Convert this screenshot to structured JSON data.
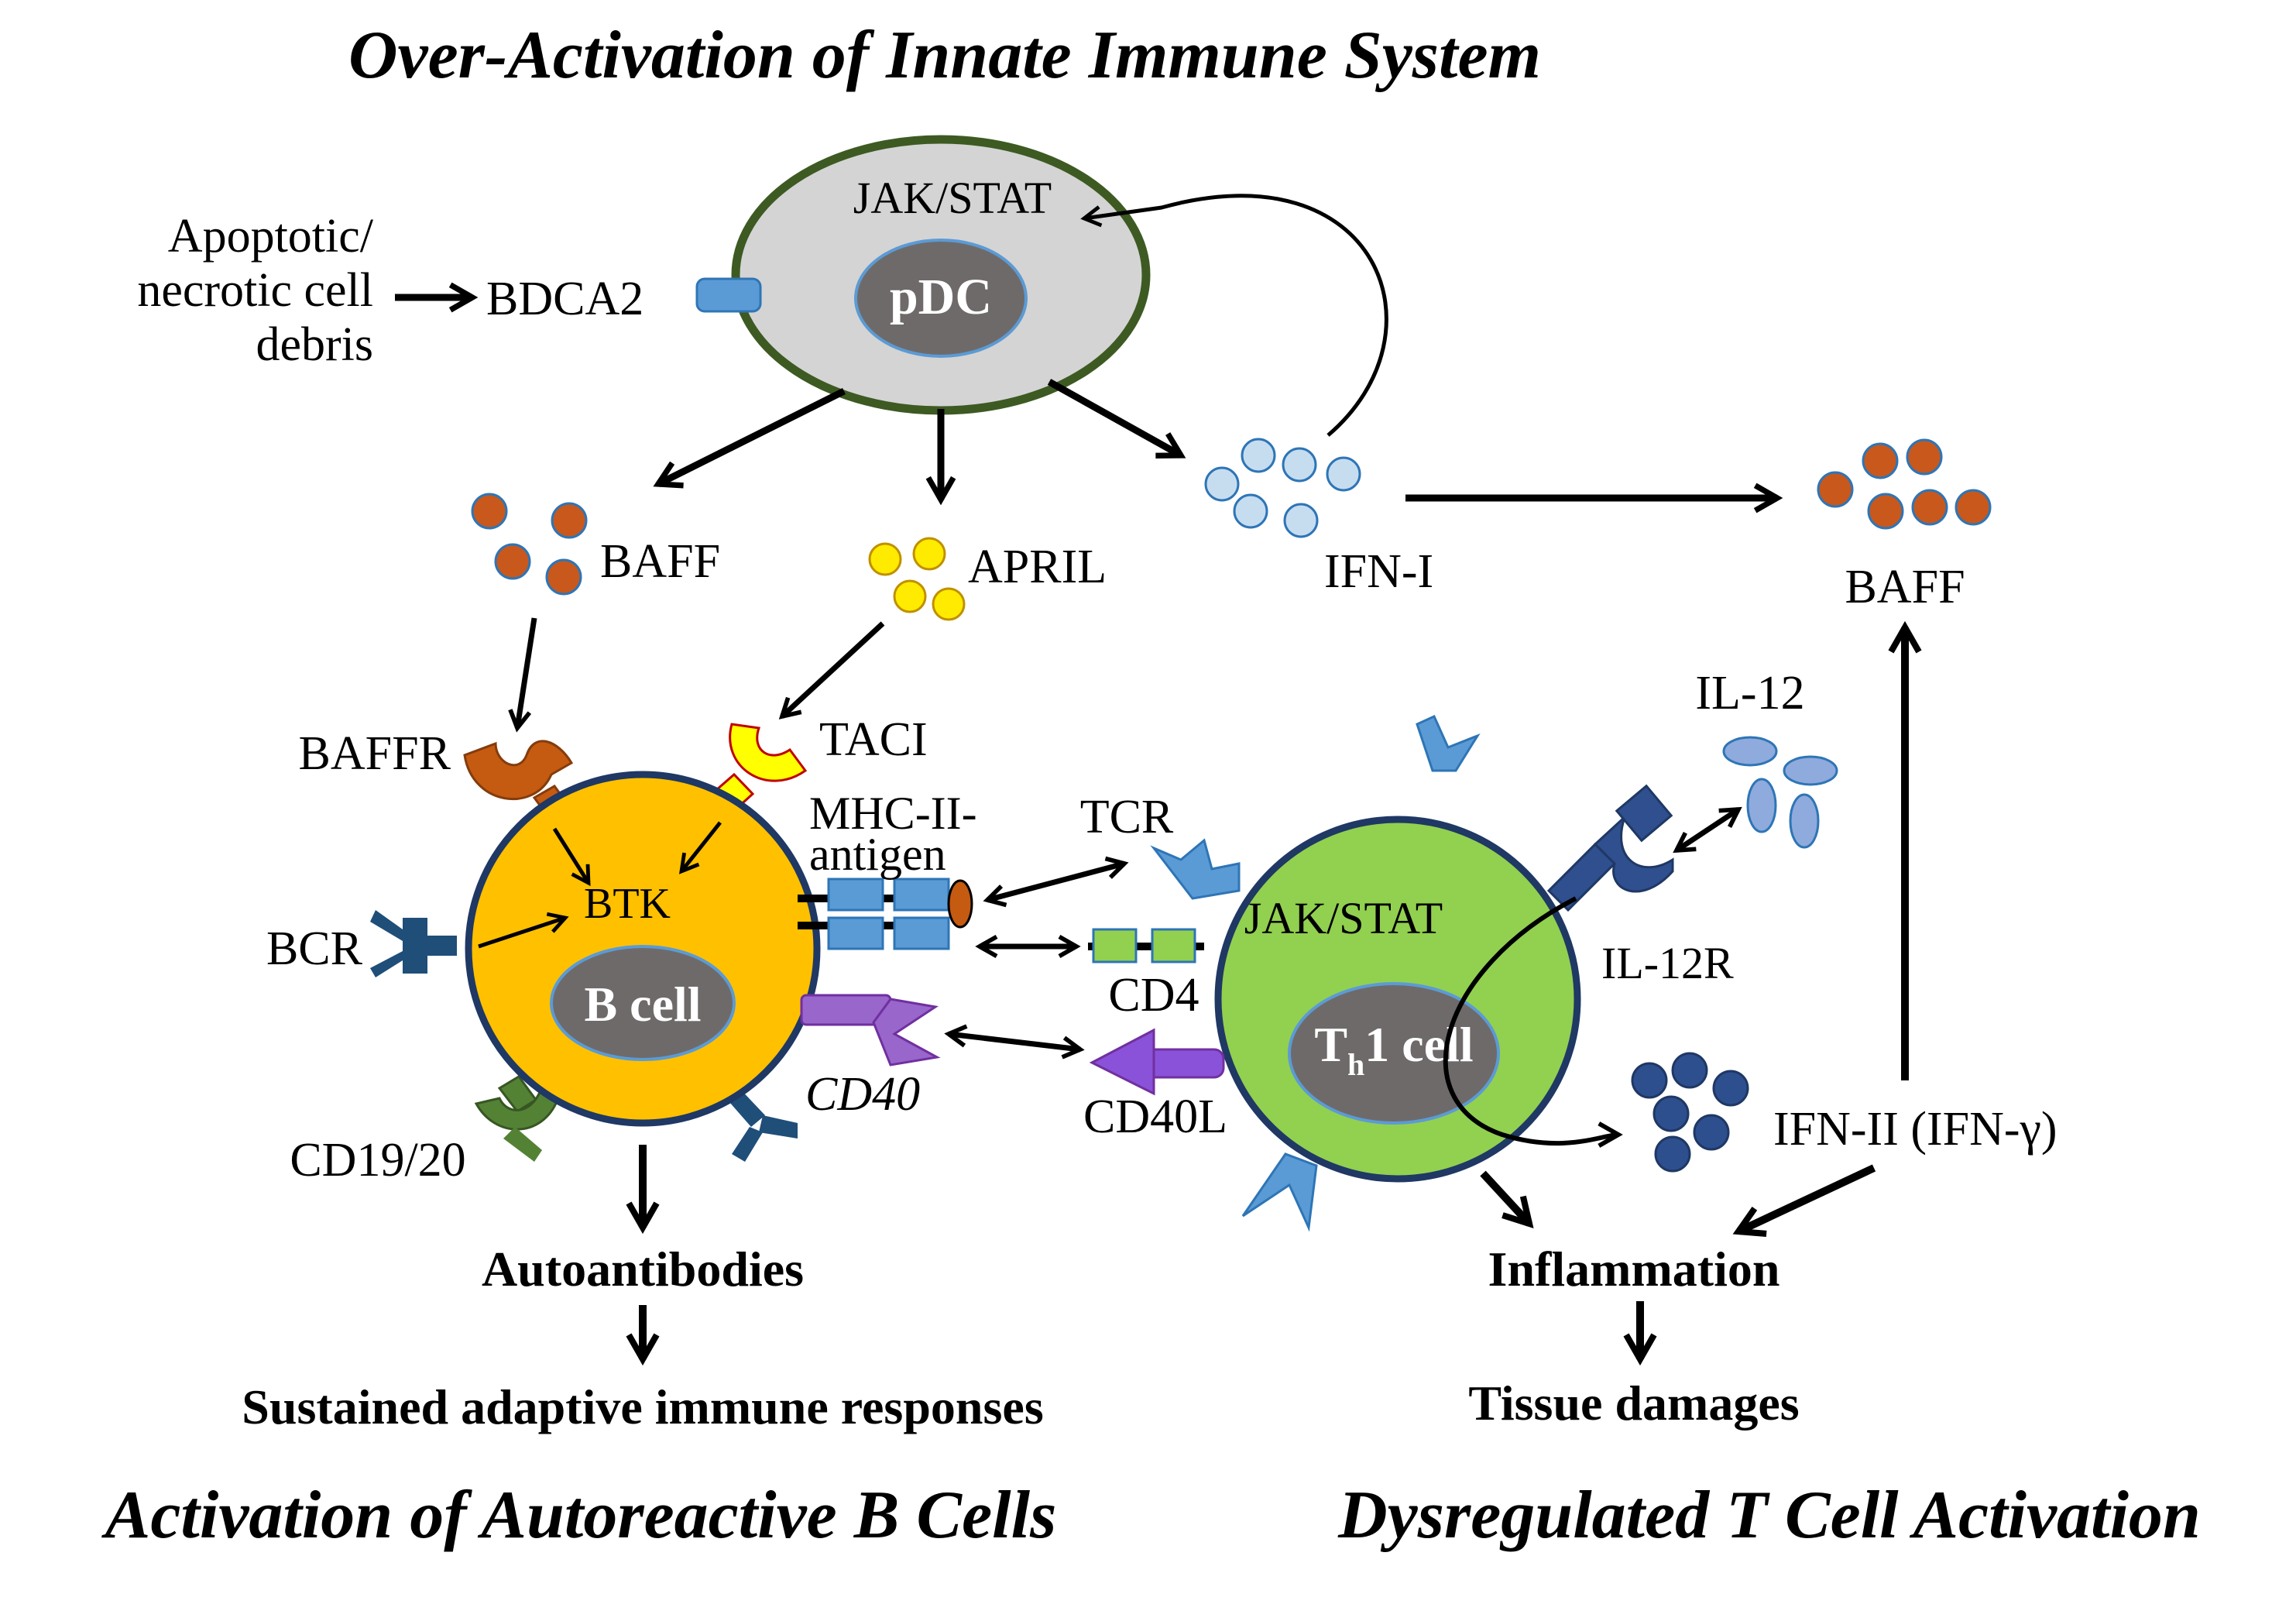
{
  "titles": {
    "top": "Over-Activation of Innate Immune System",
    "bottom_left": "Activation of Autoreactive B Cells",
    "bottom_right": "Dysregulated T Cell Activation"
  },
  "pdc": {
    "jak_stat": "JAK/STAT",
    "nucleus": "pDC"
  },
  "debris": {
    "line1": "Apoptotic/",
    "line2": "necrotic cell",
    "line3": "debris"
  },
  "labels": {
    "bdca2": "BDCA2",
    "baff_left": "BAFF",
    "april": "APRIL",
    "ifn_i": "IFN-I",
    "baff_right": "BAFF",
    "baffr": "BAFFR",
    "taci": "TACI",
    "btk": "BTK",
    "bcr": "BCR",
    "cd19_20": "CD19/20",
    "mhc_line1": "MHC-II-",
    "mhc_line2": "antigen",
    "tcr": "TCR",
    "cd4": "CD4",
    "cd40": "CD40",
    "cd40l": "CD40L",
    "t_jak_stat": "JAK/STAT",
    "il12": "IL-12",
    "il12r": "IL-12R",
    "ifn_ii": "IFN-II (IFN-γ)"
  },
  "bcell": {
    "nucleus": "B cell"
  },
  "th1": {
    "t": "T",
    "sub": "h",
    "rest": "1 cell"
  },
  "outcomes": {
    "autoantibodies": "Autoantibodies",
    "sustained": "Sustained adaptive immune responses",
    "inflammation": "Inflammation",
    "tissue": "Tissue damages"
  },
  "colors": {
    "baff": "#c8581b",
    "april": "#ffeb00",
    "ifn_i": "#c6ddf0",
    "ifn_ii": "#2d4f8e",
    "bcell": "#ffc000",
    "th1": "#92d050",
    "pdc": "#d4d4d4",
    "nucleus": "#6f6a6a",
    "baffr": "#c55a11",
    "taci": "#ffff00",
    "bcr": "#1f4e79",
    "cd19": "#548235",
    "cd40": "#9966cc",
    "cd40l": "#8a52d9",
    "mhc": "#5b9bd5",
    "cd4": "#92d050",
    "tcr": "#5b9bd5",
    "il12": "#8faadc",
    "il12r": "#2f4f8f"
  }
}
